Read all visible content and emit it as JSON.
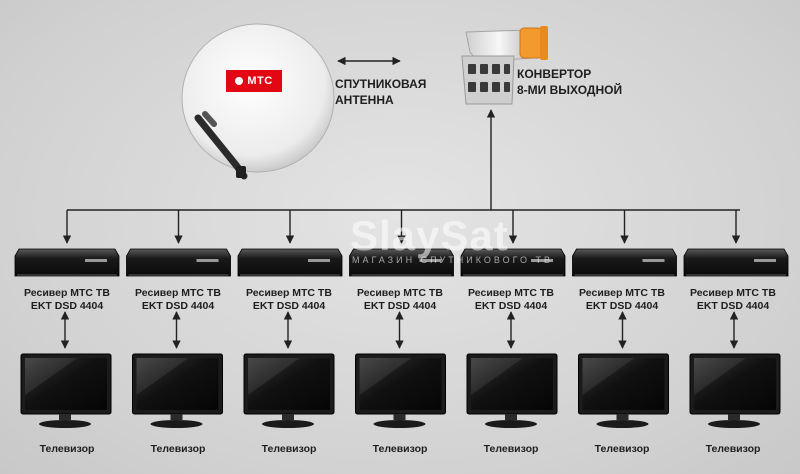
{
  "brand": {
    "logo_text": "МТС",
    "logo_color": "#e30613"
  },
  "antenna": {
    "label_line1": "СПУТНИКОВАЯ",
    "label_line2": "АНТЕННА"
  },
  "converter": {
    "label_line1": "КОНВЕРТОР",
    "label_line2": "8-МИ ВЫХОДНОЙ",
    "accent_color": "#f39a2e"
  },
  "receivers": [
    {
      "line1": "Ресивер МТС ТВ",
      "line2": "EKT DSD 4404"
    },
    {
      "line1": "Ресивер МТС ТВ",
      "line2": "EKT DSD 4404"
    },
    {
      "line1": "Ресивер МТС ТВ",
      "line2": "EKT DSD 4404"
    },
    {
      "line1": "Ресивер МТС ТВ",
      "line2": "EKT DSD 4404"
    },
    {
      "line1": "Ресивер МТС ТВ",
      "line2": "EKT DSD 4404"
    },
    {
      "line1": "Ресивер МТС ТВ",
      "line2": "EKT DSD 4404"
    },
    {
      "line1": "Ресивер МТС ТВ",
      "line2": "EKT DSD 4404"
    }
  ],
  "tvs": [
    {
      "label": "Телевизор"
    },
    {
      "label": "Телевизор"
    },
    {
      "label": "Телевизор"
    },
    {
      "label": "Телевизор"
    },
    {
      "label": "Телевизор"
    },
    {
      "label": "Телевизор"
    },
    {
      "label": "Телевизор"
    }
  ],
  "watermark": {
    "title": "SlaySat",
    "subtitle": "магазин спутникового тв"
  }
}
